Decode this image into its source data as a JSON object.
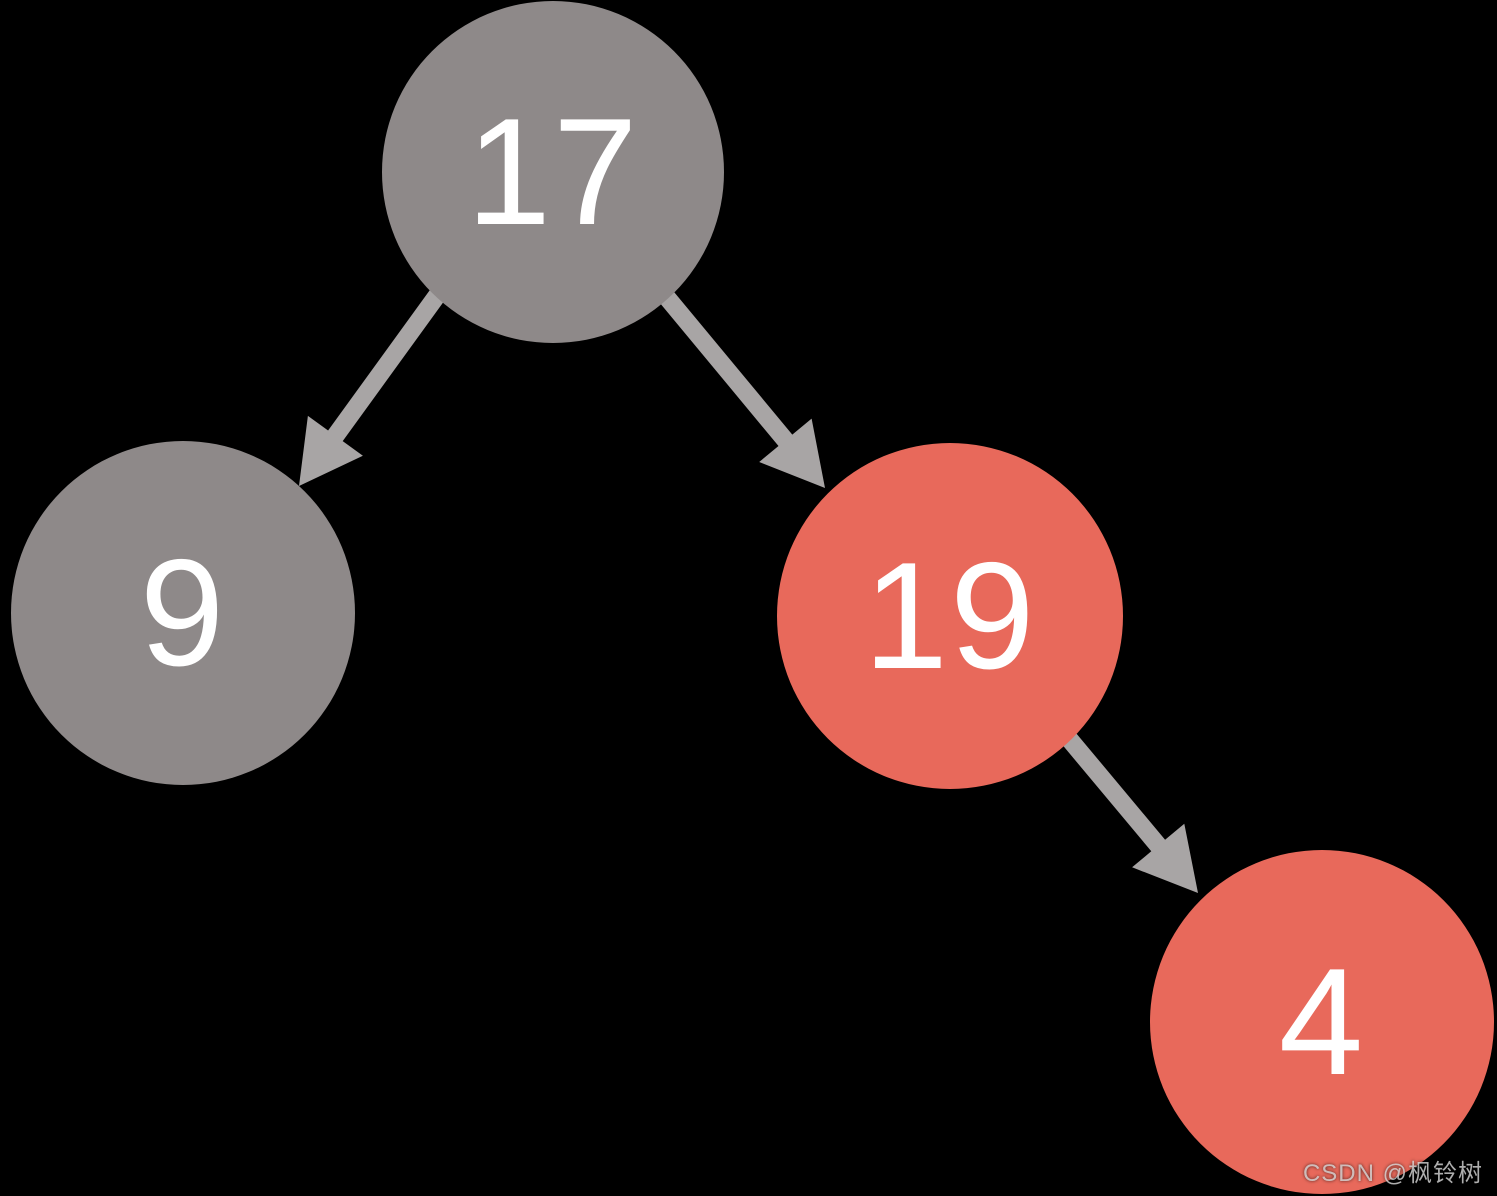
{
  "diagram": {
    "type": "binary-tree",
    "background_color": "#000000",
    "arrow_color": "#A8A5A5",
    "node_text_color": "#FFFFFF",
    "node_colors": {
      "gray": "#8E8989",
      "red": "#E8695B"
    },
    "nodes": [
      {
        "id": "17",
        "label": "17",
        "color": "gray",
        "role": "root"
      },
      {
        "id": "9",
        "label": "9",
        "color": "gray",
        "role": "left-child-of-17"
      },
      {
        "id": "19",
        "label": "19",
        "color": "red",
        "role": "right-child-of-17"
      },
      {
        "id": "4",
        "label": "4",
        "color": "red",
        "role": "right-child-of-19"
      }
    ],
    "edges": [
      {
        "from": "17",
        "to": "9"
      },
      {
        "from": "17",
        "to": "19"
      },
      {
        "from": "19",
        "to": "4"
      }
    ]
  },
  "watermark": {
    "text": "CSDN @枫铃树"
  }
}
